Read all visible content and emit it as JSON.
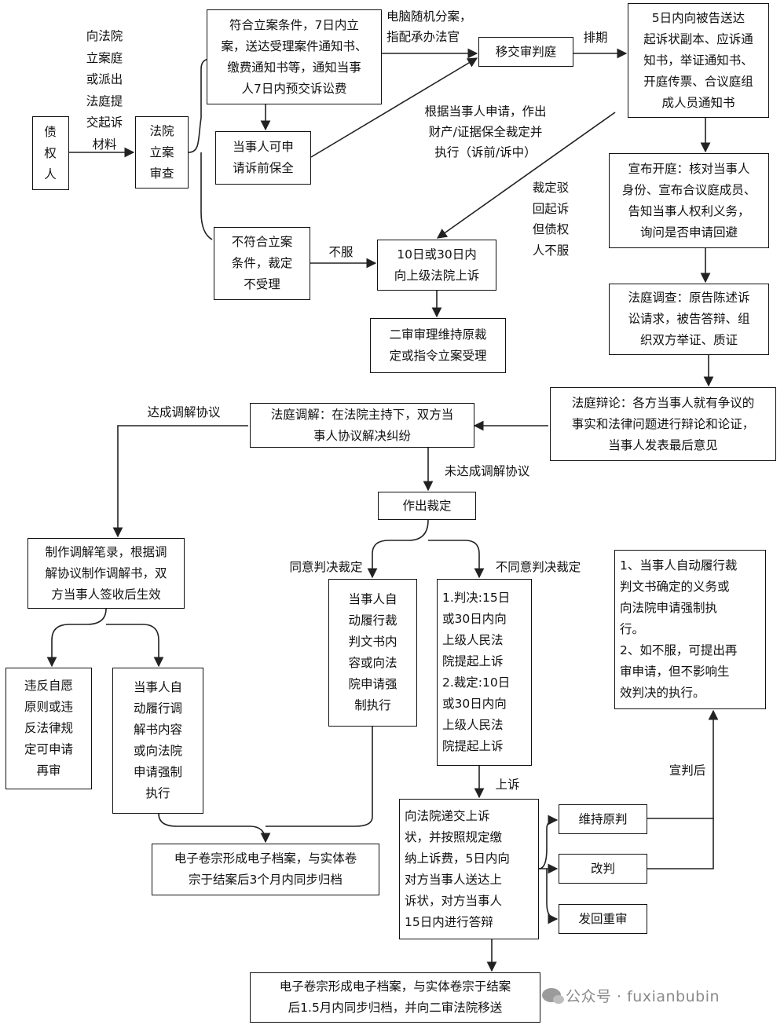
{
  "nodes": {
    "creditor": "债\n权\n人",
    "court_review": "法院\n立案\n审查",
    "accept_case": "符合立案条件，7日内立\n案，送达受理案件通知书、\n缴费通知书等，通知当事\n人7日内预交诉讼费",
    "pre_preservation": "当事人可申\n请诉前保全",
    "reject_case": "不符合立案\n条件，裁定\n不受理",
    "appeal_10_30": "10日或30日内\n向上级法院上诉",
    "second_instance": "二审审理维持原裁\n定或指令立案受理",
    "transfer_tribunal": "移交审判庭",
    "serve_documents": "5日内向被告送达\n起诉状副本、应诉通\n知书，举证通知书、\n开庭传票、合议庭组\n成人员通知书",
    "open_court": "宣布开庭：核对当事人\n身份、宣布合议庭成员、\n告知当事人权利义务，\n询问是否申请回避",
    "court_investigation": "法庭调查：原告陈述诉\n讼请求，被告答辩、组\n织双方举证、质证",
    "court_debate": "法庭辩论：各方当事人就有争议的\n事实和法律问题进行辩论和论证，\n当事人发表最后意见",
    "court_mediation": "法庭调解：在法院主持下，双方当\n事人协议解决纠纷",
    "ruling": "作出裁定",
    "mediation_record": "制作调解笔录，根据调\n解协议制作调解书，双\n方当事人签收后生效",
    "retrial_option": "违反自愿\n原则或违\n反法律规\n定可申请\n再审",
    "perform_mediation": "当事人自\n动履行调\n解书内容\n或向法院\n申请强制\n执行",
    "perform_judgment": "当事人自\n动履行裁\n判文书内\n容或向法\n院申请强\n制执行",
    "appeal_terms": "1.判决:15日\n或30日内向\n上级人民法\n院提起上诉\n2.裁定:10日\n或30日内向\n上级人民法\n院提起上诉",
    "file_appeal": "向法院递交上诉\n状，并按照规定缴\n纳上诉费，5日内向\n对方当事人送达上\n诉状，对方当事人\n15日内进行答辩",
    "archive_3m": "电子卷宗形成电子档案，与实体卷\n宗于结案后3个月内同步归档",
    "archive_1_5m": "电子卷宗形成电子档案，与实体卷宗于结案\n后1.5月内同步归档，并向二审法院移送",
    "uphold": "维持原判",
    "amend": "改判",
    "remand": "发回重审",
    "after_verdict_note": "1、当事人自动履行裁\n判文书确定的义务或\n向法院申请强制执\n行。\n2、如不服，可提出再\n审申请，但不影响生\n效判决的执行。"
  },
  "labels": {
    "submit": "向法院\n立案庭\n或派出\n法庭提\n交起诉\n材料",
    "random_assign": "电脑随机分案，\n指配承办法官",
    "schedule": "排期",
    "preservation_ruling": "根据当事人申请，作出\n财产/证据保全裁定并\n执行（诉前/诉中）",
    "dismiss_appeal": "裁定驳\n回起诉\n但债权\n人不服",
    "not_accept": "不服",
    "mediation_reached": "达成调解协议",
    "mediation_failed": "未达成调解协议",
    "agree": "同意判决裁定",
    "disagree": "不同意判决裁定",
    "appeal": "上诉",
    "after_verdict": "宣判后"
  },
  "watermark": "公众号 · fuxianbubin"
}
